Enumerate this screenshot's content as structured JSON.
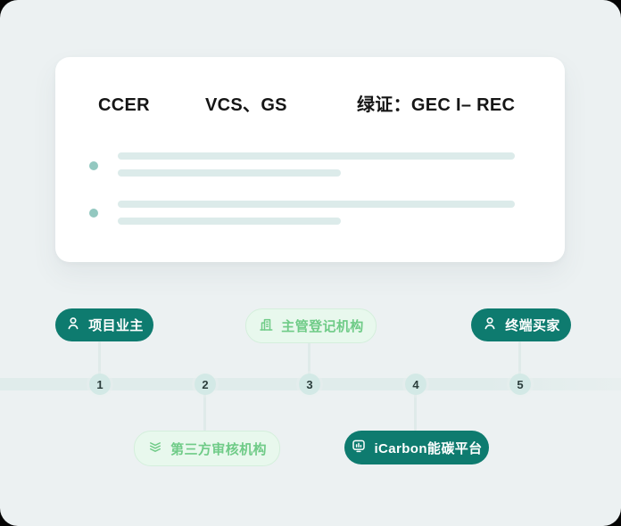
{
  "colors": {
    "page_bg": "#ECF1F2",
    "card_bg": "#FFFFFF",
    "accent_dark": "#0E7B6F",
    "accent_light_bg": "#E8F8ED",
    "accent_light_border": "#D4EFDC",
    "accent_light_text": "#6FCB87",
    "band": "#E0ECEB",
    "circle_bg": "#D3E9E6",
    "circle_text": "#2B3E3C",
    "skeleton": "#DCEBEA",
    "bullet": "#93C8C0"
  },
  "card": {
    "headings": [
      "CCER",
      "VCS、GS",
      "绿证：GEC I– REC"
    ]
  },
  "timeline": {
    "steps": [
      "1",
      "2",
      "3",
      "4",
      "5"
    ]
  },
  "pills": [
    {
      "label": "项目业主",
      "icon": "user-icon",
      "variant": "dark"
    },
    {
      "label": "主管登记机构",
      "icon": "building-icon",
      "variant": "light"
    },
    {
      "label": "终端买家",
      "icon": "user-icon",
      "variant": "dark"
    },
    {
      "label": "第三方审核机构",
      "icon": "layers-icon",
      "variant": "light"
    },
    {
      "label": "iCarbon能碳平台",
      "icon": "monitor-chart-icon",
      "variant": "dark"
    }
  ]
}
